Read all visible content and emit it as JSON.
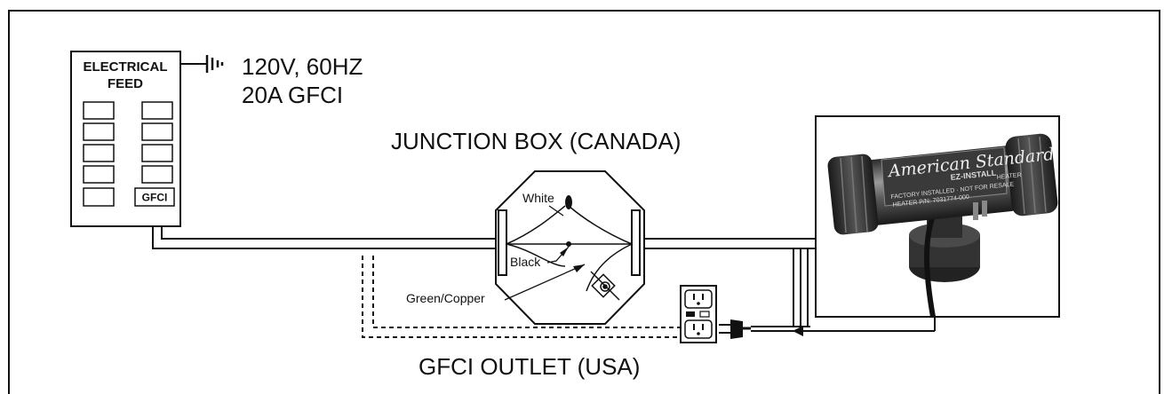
{
  "panel": {
    "label_line1": "ELECTRICAL",
    "label_line2": "FEED",
    "gfci_breaker": "GFCI"
  },
  "supply": {
    "line1": "120V, 60HZ",
    "line2": "20A GFCI"
  },
  "junction_box": {
    "title": "JUNCTION BOX (CANADA)",
    "wire_white": "White",
    "wire_black": "Black",
    "wire_ground": "Green/Copper"
  },
  "outlet": {
    "title": "GFCI OUTLET (USA)"
  },
  "heater_photo": {
    "brand": "American Standard",
    "model": "EZ-INSTALL",
    "sub_brand": "HEATER",
    "note1": "FACTORY INSTALLED · NOT FOR RESALE",
    "note2": "HEATER P/N: 7031774-000"
  }
}
